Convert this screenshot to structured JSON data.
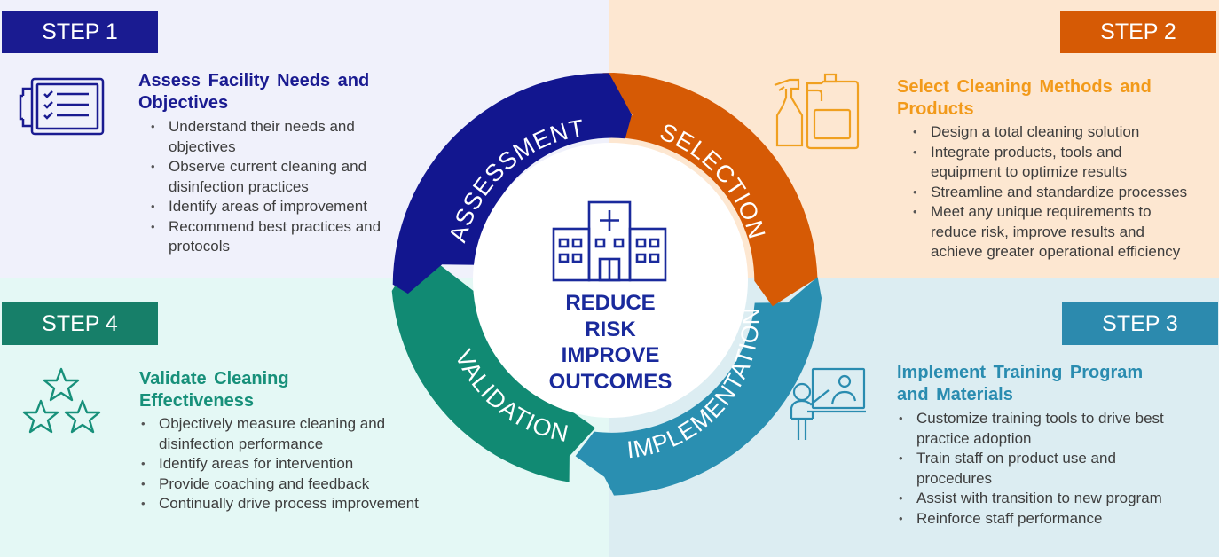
{
  "steps": {
    "step1": "STEP 1",
    "step2": "STEP 2",
    "step3": "STEP 3",
    "step4": "STEP 4"
  },
  "assess": {
    "heading": "Assess Facility Needs and Objectives",
    "bullets": [
      "Understand their needs and objectives",
      "Observe current cleaning and disinfection practices",
      "Identify areas of improvement",
      "Recommend best practices and protocols"
    ]
  },
  "select": {
    "heading": "Select Cleaning Methods and Products",
    "bullets": [
      "Design a total cleaning solution",
      "Integrate products, tools and equipment to optimize results",
      "Streamline and standardize processes",
      "Meet any unique requirements to reduce risk, improve results and achieve greater operational efficiency"
    ]
  },
  "implement": {
    "heading": "Implement Training Program and Materials",
    "bullets": [
      "Customize training tools to drive best practice adoption",
      "Train staff on product use and procedures",
      "Assist with transition to new program",
      "Reinforce staff performance"
    ]
  },
  "validate": {
    "heading": "Validate Cleaning Effectiveness",
    "bullets": [
      "Objectively measure cleaning and disinfection performance",
      "Identify areas for intervention",
      "Provide coaching and feedback",
      "Continually drive process improvement"
    ]
  },
  "cycle": {
    "assessment": "ASSESSMENT",
    "selection": "SELECTION",
    "implementation": "IMPLEMENTATION",
    "validation": "VALIDATION"
  },
  "center": {
    "line1": "REDUCE",
    "line2": "RISK",
    "line3": "IMPROVE",
    "line4": "OUTCOMES"
  },
  "colors": {
    "assessment": "#12168f",
    "selection": "#d65a05",
    "implementation": "#2a8fb1",
    "validation": "#118a73"
  }
}
